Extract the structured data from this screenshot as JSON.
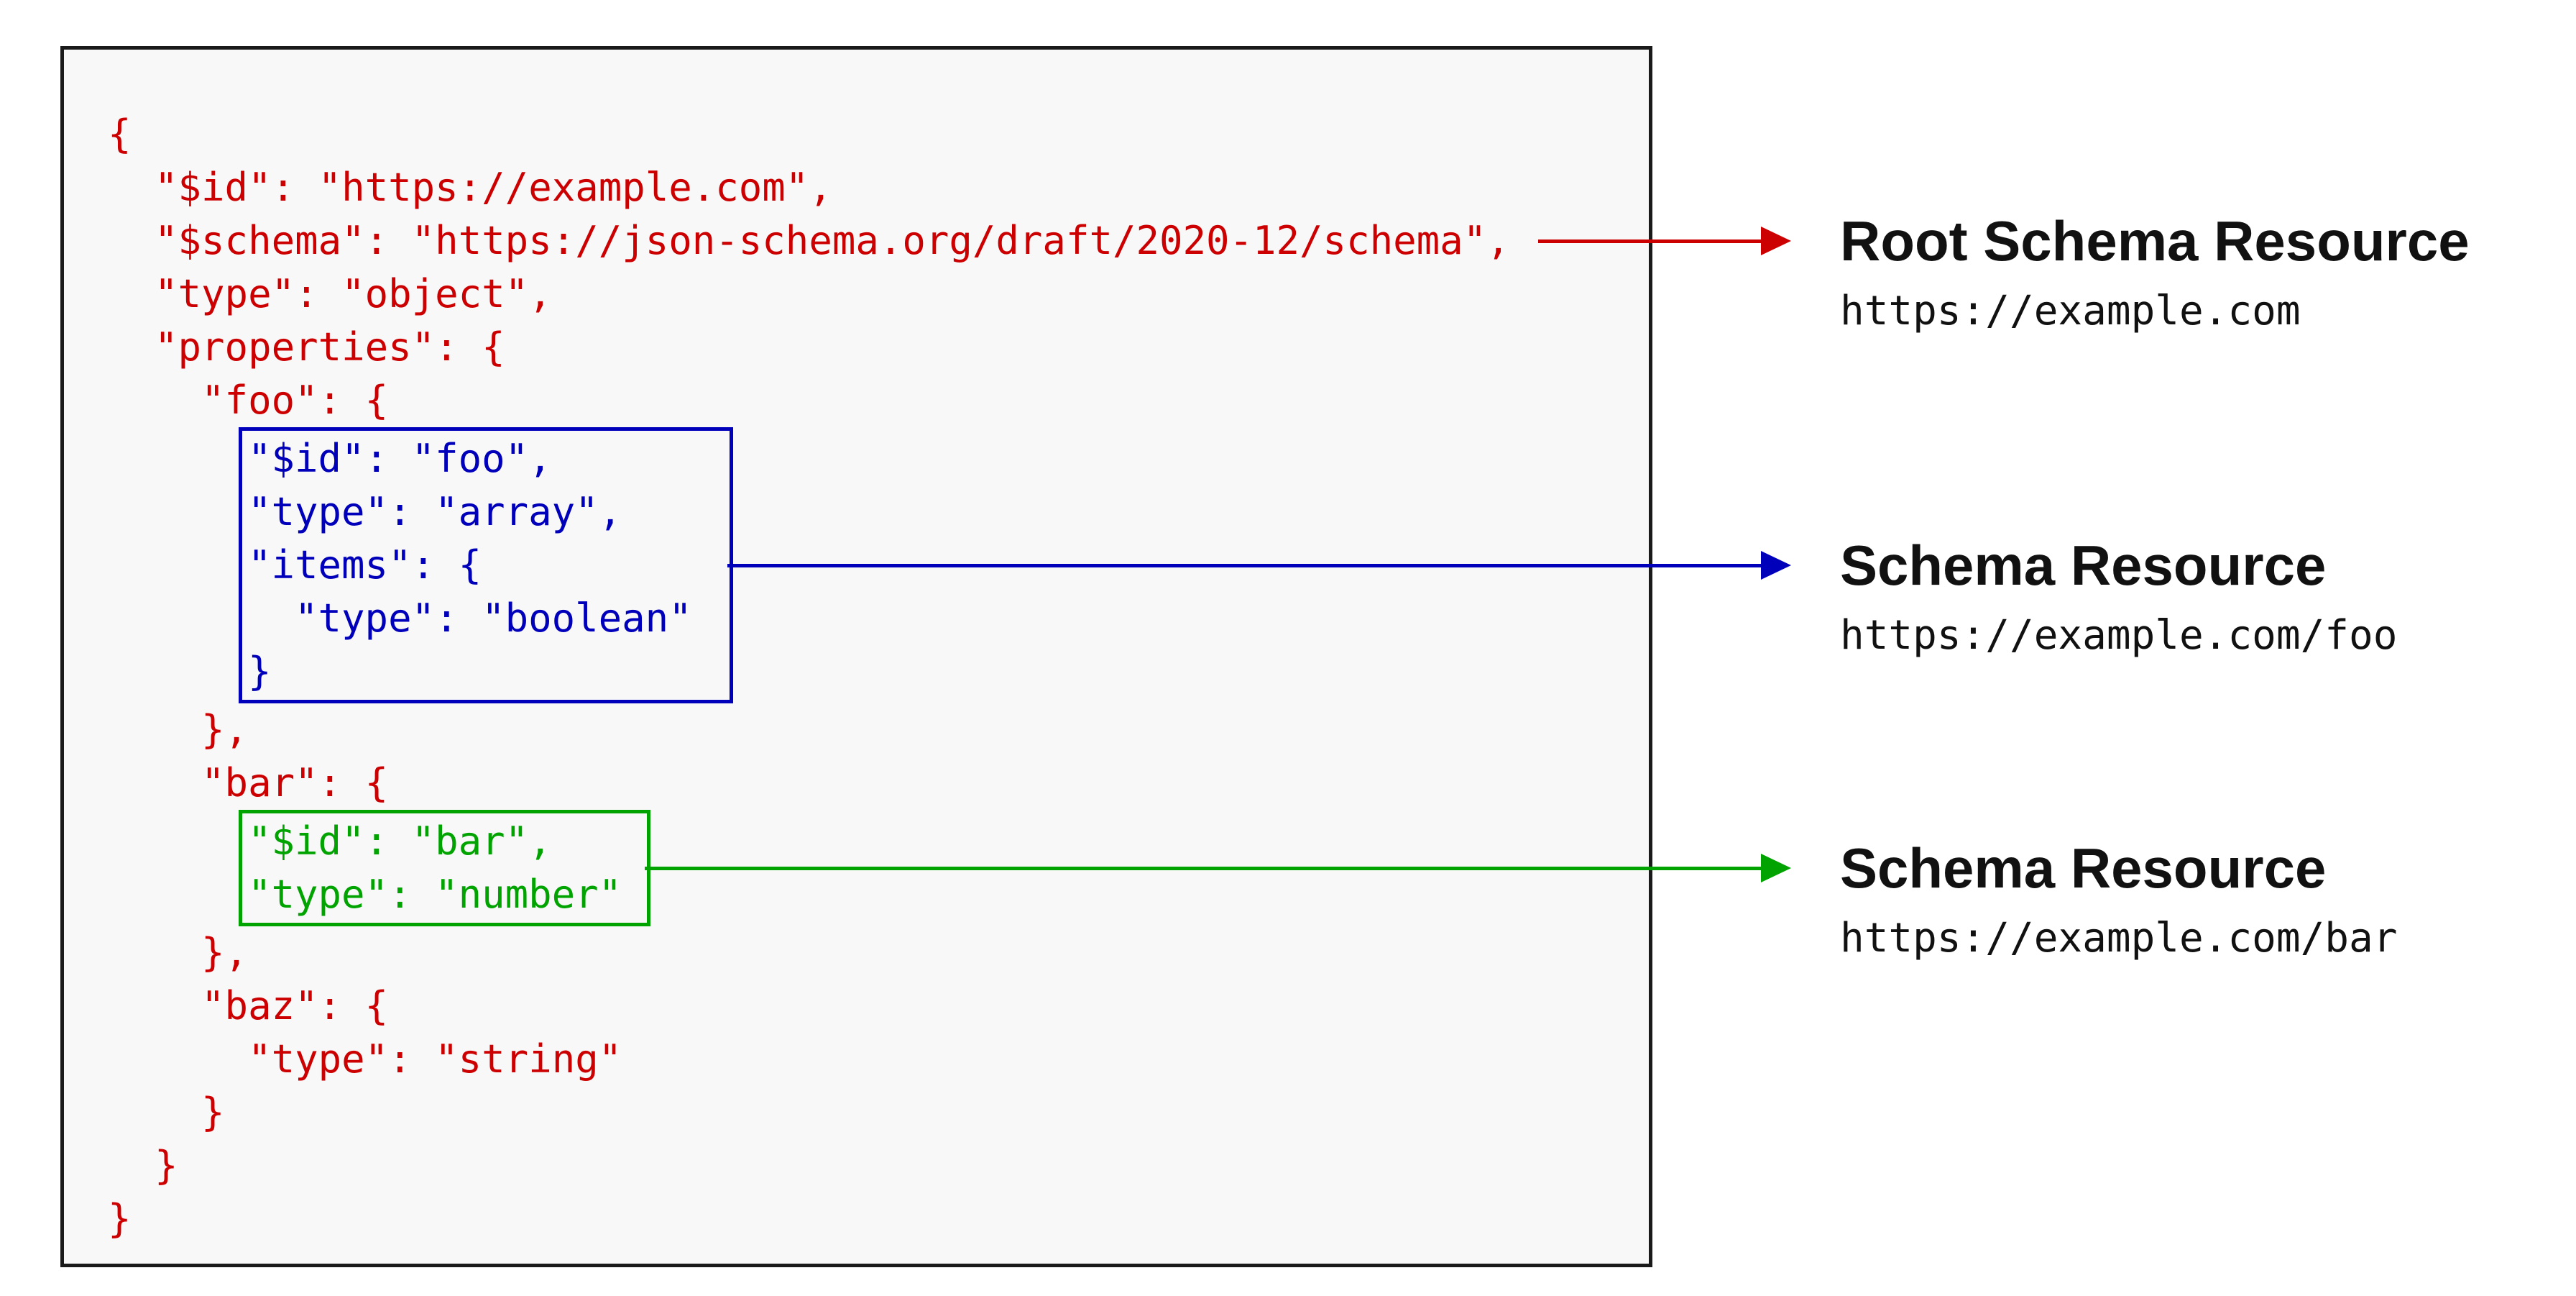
{
  "colors": {
    "red": "#cc0000",
    "blue": "#0000bb",
    "green": "#00a300",
    "box_bg": "#f8f8f8",
    "box_border": "#1a1a1a",
    "text": "#111111"
  },
  "code": {
    "pre_lines": [
      "{",
      "  \"$id\": \"https://example.com\",",
      "  \"$schema\": \"https://json-schema.org/draft/2020-12/schema\",",
      "  \"type\": \"object\",",
      "  \"properties\": {",
      "    \"foo\": {"
    ],
    "foo_group_lines": [
      "\"$id\": \"foo\",",
      "\"type\": \"array\",",
      "\"items\": {",
      "  \"type\": \"boolean\"",
      "}"
    ],
    "mid_lines": [
      "    },",
      "    \"bar\": {"
    ],
    "bar_group_lines": [
      "\"$id\": \"bar\",",
      "\"type\": \"number\""
    ],
    "post_lines": [
      "    },",
      "    \"baz\": {",
      "      \"type\": \"string\"",
      "    }",
      "  }",
      "}"
    ]
  },
  "annotations": [
    {
      "title": "Root Schema Resource",
      "subtitle": "https://example.com"
    },
    {
      "title": "Schema Resource",
      "subtitle": "https://example.com/foo"
    },
    {
      "title": "Schema Resource",
      "subtitle": "https://example.com/bar"
    }
  ]
}
